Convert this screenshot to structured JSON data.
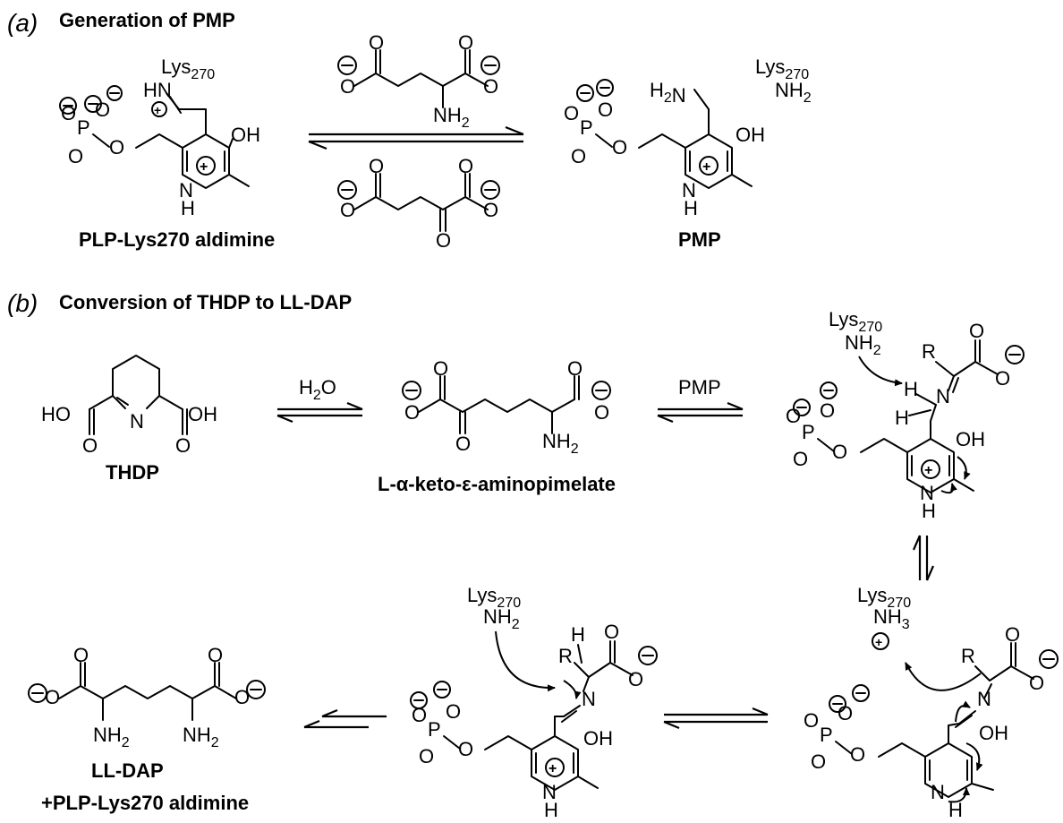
{
  "panel_a": {
    "letter": "(a)",
    "title": "Generation of PMP",
    "left_label": "PLP-Lys270 aldimine",
    "right_label": "PMP",
    "lys": "Lys270",
    "nh2": "NH2"
  },
  "panel_b": {
    "letter": "(b)",
    "title": "Conversion of THDP to LL-DAP",
    "thdp_label": "THDP",
    "keto_label": "L-α-keto-ε-aminopimelate",
    "h2o": "H2O",
    "pmp": "PMP",
    "lldap_label": "LL-DAP",
    "plus_label": "+PLP-Lys270 aldimine",
    "lys": "Lys270",
    "nh2": "NH2",
    "nh3": "NH3"
  }
}
